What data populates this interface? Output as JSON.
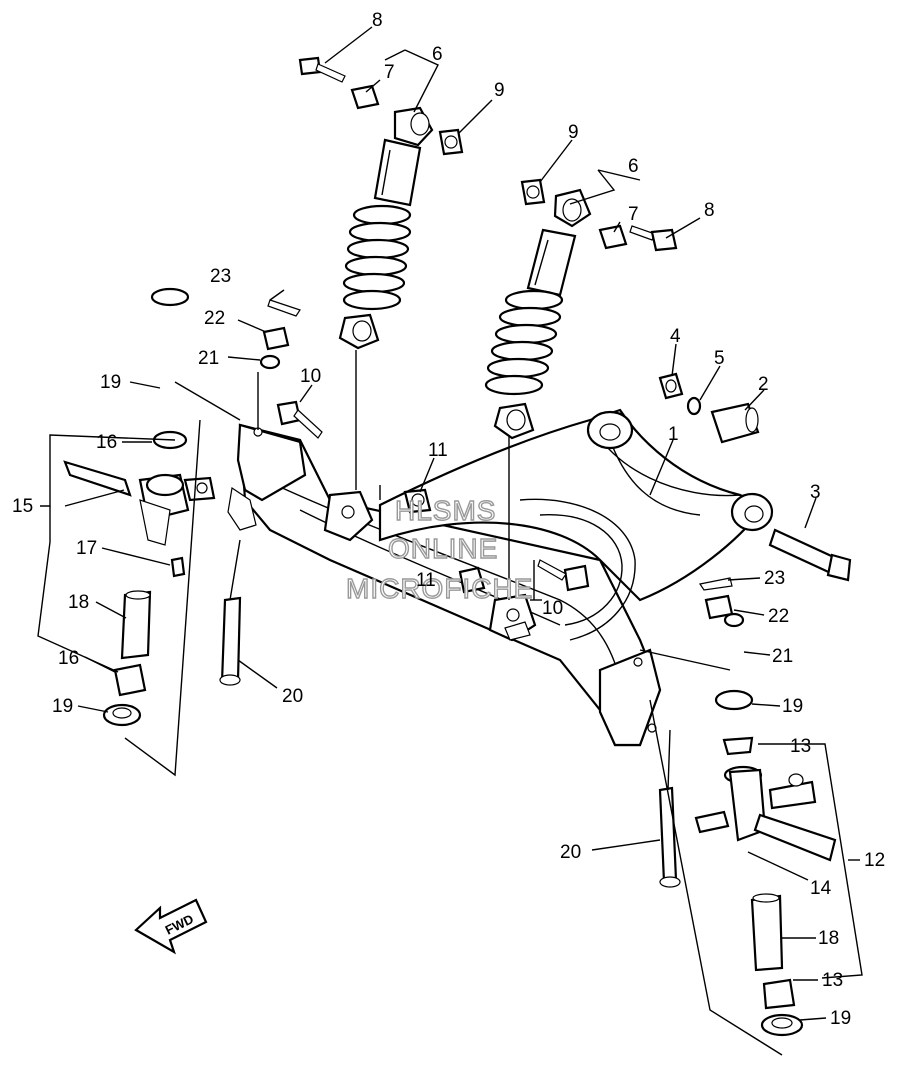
{
  "watermark": {
    "line1": "HLSMS",
    "line2": "ONLINE",
    "line3": "MICROFICHE"
  },
  "direction_label": "FWD",
  "callouts": {
    "c1": "1",
    "c2": "2",
    "c3": "3",
    "c4": "4",
    "c5": "5",
    "c6a": "6",
    "c6b": "6",
    "c7a": "7",
    "c7b": "7",
    "c8a": "8",
    "c8b": "8",
    "c9a": "9",
    "c9b": "9",
    "c10a": "10",
    "c10b": "10",
    "c11a": "11",
    "c11b": "11",
    "c12": "12",
    "c13a": "13",
    "c13b": "13",
    "c14": "14",
    "c15": "15",
    "c16a": "16",
    "c16b": "16",
    "c17": "17",
    "c18a": "18",
    "c18b": "18",
    "c19a": "19",
    "c19b": "19",
    "c19c": "19",
    "c19d": "19",
    "c20a": "20",
    "c20b": "20",
    "c21a": "21",
    "c21b": "21",
    "c22a": "22",
    "c22b": "22",
    "c23a": "23",
    "c23b": "23"
  }
}
